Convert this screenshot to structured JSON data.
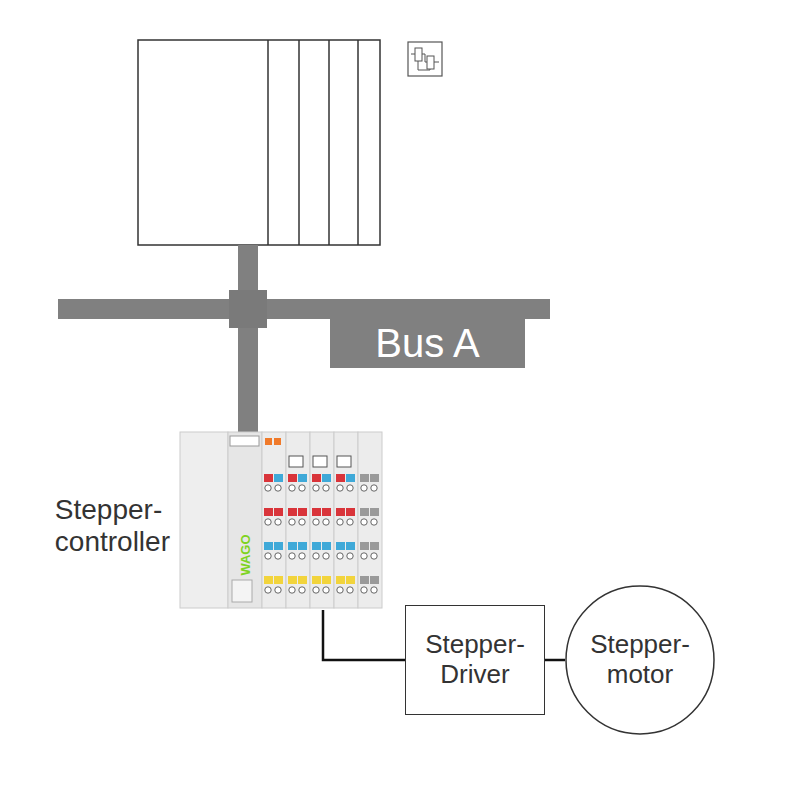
{
  "diagram": {
    "nodes": [
      {
        "text": [
          "Bus A"
        ]
      },
      {
        "text": [
          "Stepper- controller"
        ]
      },
      {
        "text": [
          "Stepper- Driver"
        ]
      },
      {
        "text": [
          "Stepper- motor"
        ]
      }
    ],
    "edges": [
      {
        "from": 1,
        "to": 2,
        "arrow": "none"
      },
      {
        "from": 2,
        "to": 3,
        "arrow": "none"
      }
    ],
    "labels": [
      "WAGO"
    ]
  }
}
